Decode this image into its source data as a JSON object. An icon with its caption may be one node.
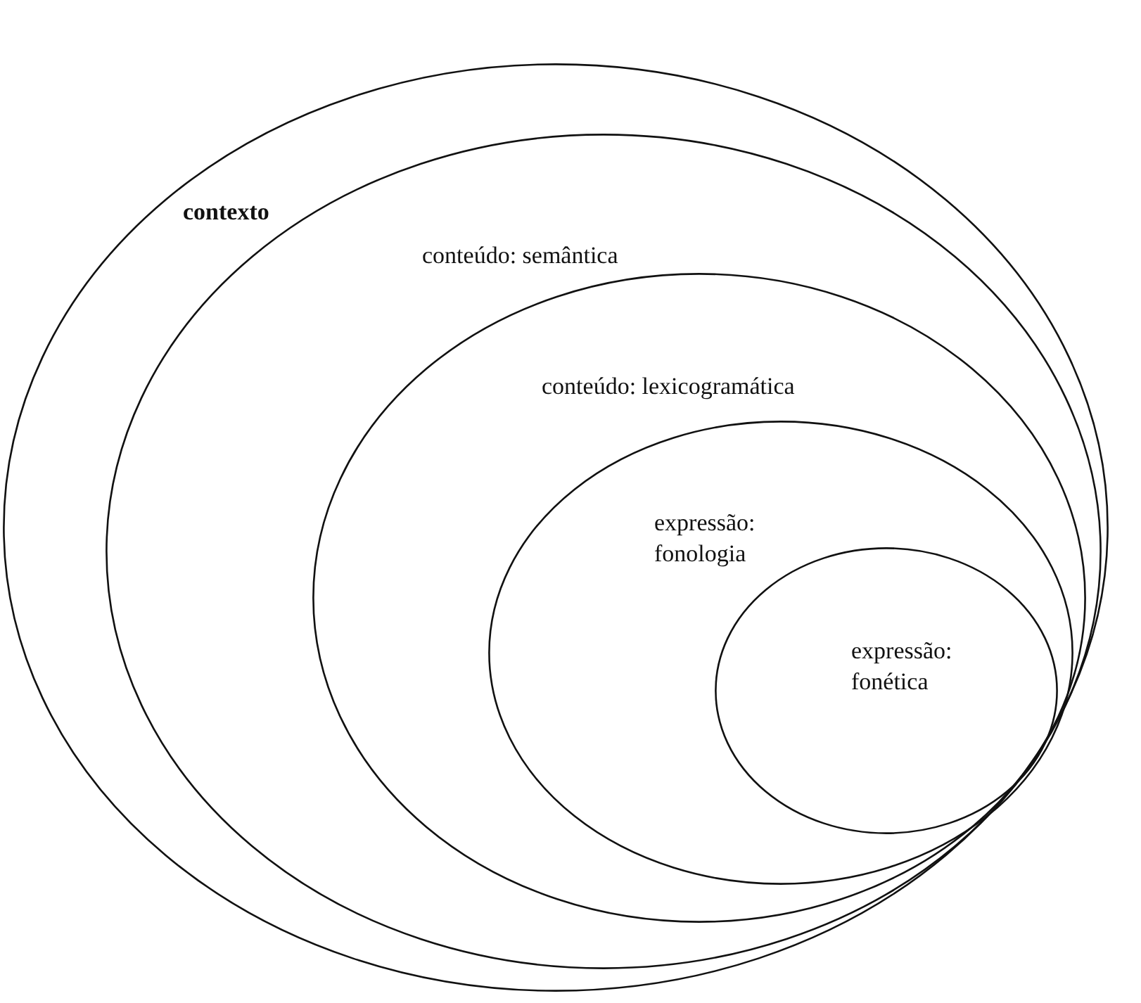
{
  "diagram": {
    "nodes": [
      {
        "text": [
          "contexto"
        ]
      },
      {
        "text": [
          "conteúdo: semântica"
        ],
        "in": 0
      },
      {
        "text": [
          "conteúdo: lexicogramática"
        ],
        "in": 1
      },
      {
        "text": [
          "expressão: fonologia"
        ],
        "in": 2
      },
      {
        "text": [
          "expressão: fonética"
        ],
        "in": 3
      }
    ]
  }
}
